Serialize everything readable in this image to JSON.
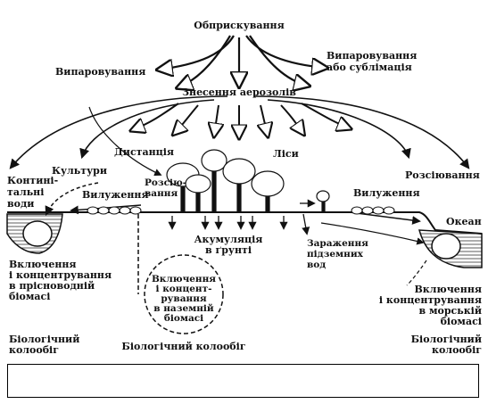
{
  "diagram": {
    "labels": {
      "spraying": "Обприскування",
      "evaporation_left": "Випаровування",
      "evaporation_right": [
        "Випаровування",
        "або сублімація"
      ],
      "aerosol_drift": "Знесення аерозолів",
      "distance": "Дистанція",
      "forests": "Ліси",
      "crops": "Культури",
      "continental_waters": [
        "Контині-",
        "тальні",
        "води"
      ],
      "leaching_left": "Вилуження",
      "dispersal_left": [
        "Розсію-",
        "вання"
      ],
      "accumulation": [
        "Акумуляція",
        "в ґрунті"
      ],
      "contamination": [
        "Зараження",
        "підземних",
        "вод"
      ],
      "dispersal_right": "Розсіювання",
      "leaching_right": "Вилуження",
      "ocean": "Океан",
      "freshwater_inclusion": [
        "Включення",
        "і концентрування",
        "в прісноводній",
        "біомасі"
      ],
      "terrestrial_inclusion": [
        "Включення",
        "і концент-",
        "рування",
        "в наземній",
        "біомасі"
      ],
      "marine_inclusion": [
        "Включення",
        "і концентрування",
        "в морській",
        "біомасі"
      ],
      "bio_cycle_left": [
        "Біологічний",
        "колообіг"
      ],
      "bio_cycle_center": "Біологічний колообіг",
      "bio_cycle_right": [
        "Біологічний",
        "колообіг"
      ]
    },
    "answer_box": ""
  }
}
